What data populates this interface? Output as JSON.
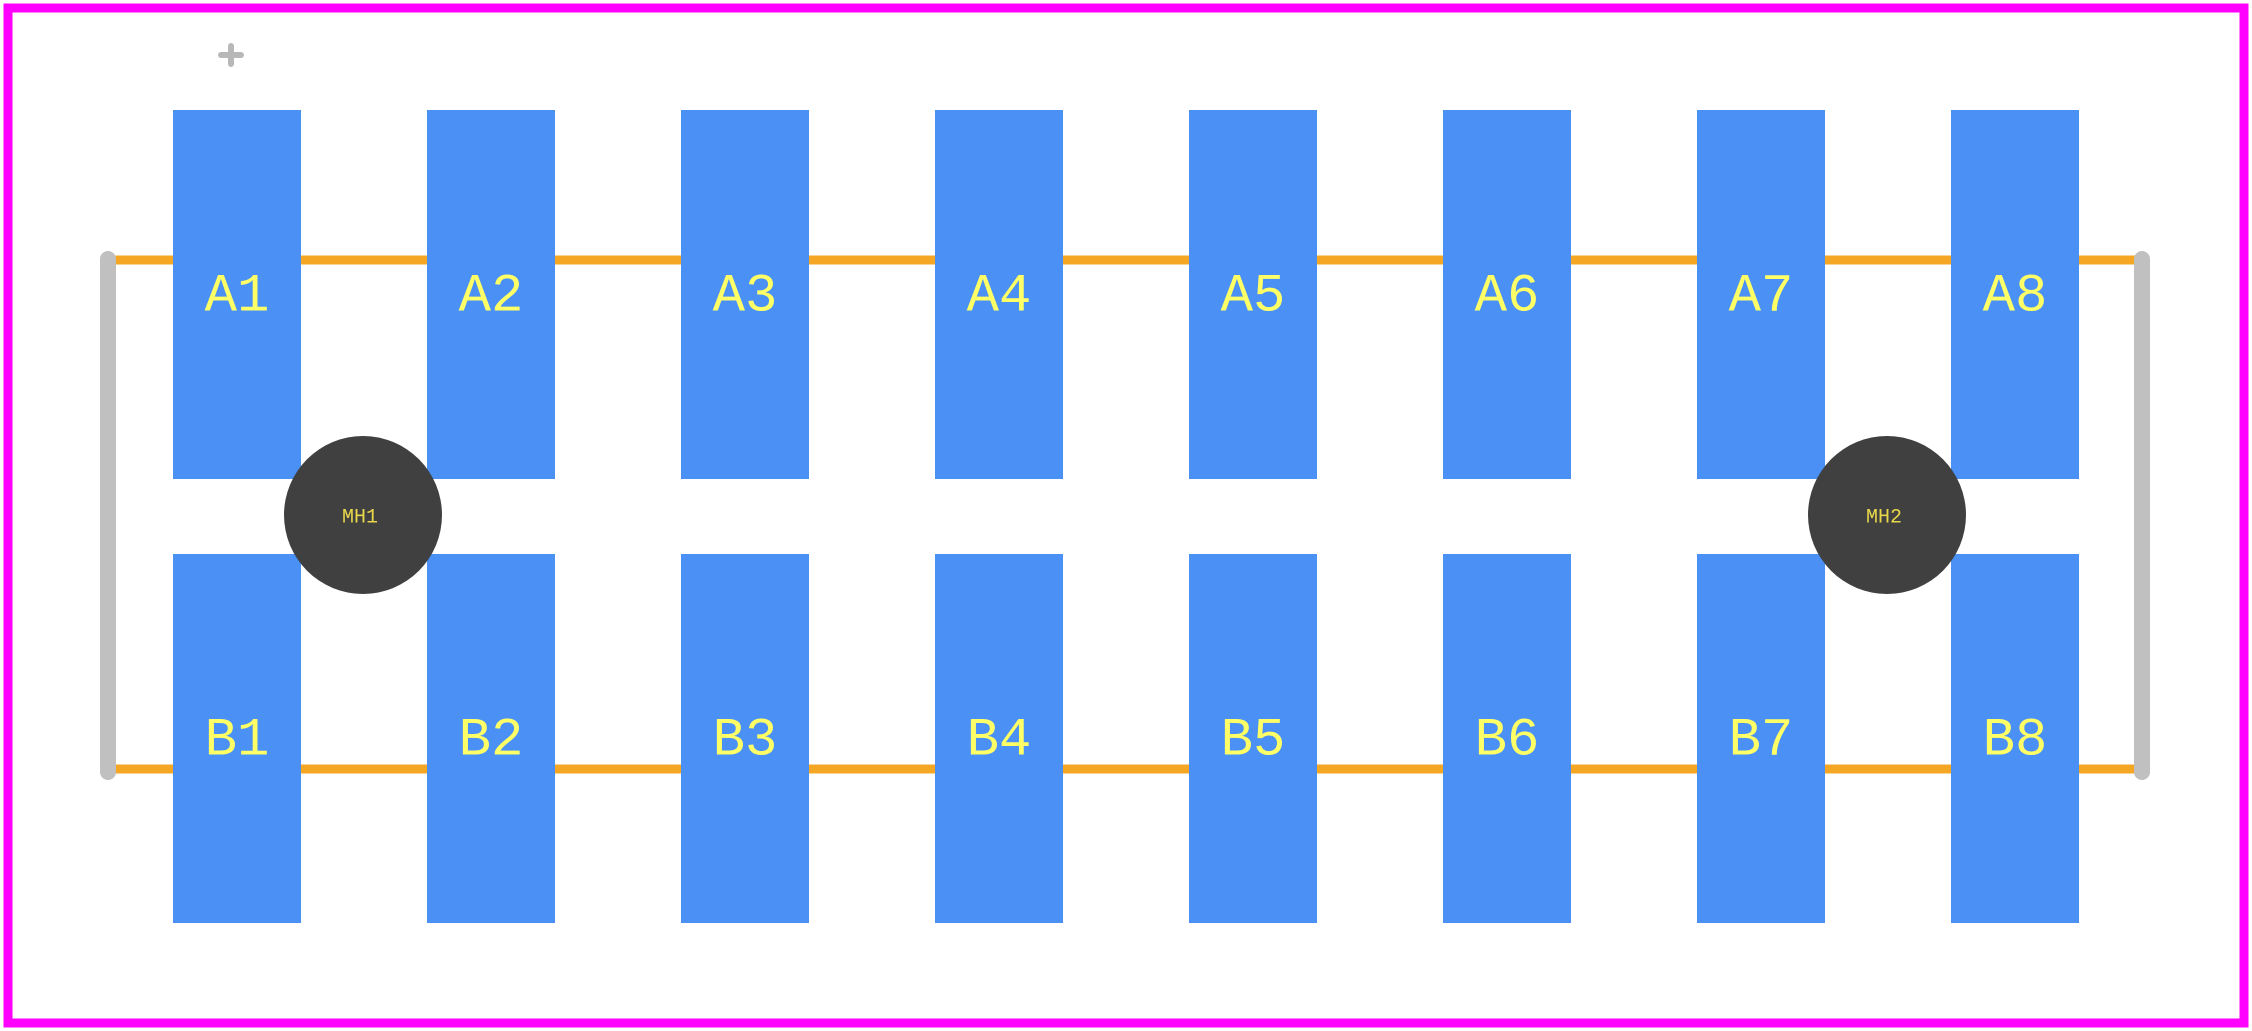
{
  "colors": {
    "background": "#ffffff",
    "board_outline": "#ff00ff",
    "pad": "#4a90f5",
    "pad_label": "#ffff66",
    "silkscreen": "#f5a623",
    "courtyard": "#c0c0c0",
    "mounting_hole": "#404040",
    "hole_label": "#e8d84a",
    "origin_marker": "#b8b8b8"
  },
  "pads_top": [
    "A1",
    "A2",
    "A3",
    "A4",
    "A5",
    "A6",
    "A7",
    "A8"
  ],
  "pads_bottom": [
    "B1",
    "B2",
    "B3",
    "B4",
    "B5",
    "B6",
    "B7",
    "B8"
  ],
  "mounting_holes": [
    "MH1",
    "MH2"
  ]
}
